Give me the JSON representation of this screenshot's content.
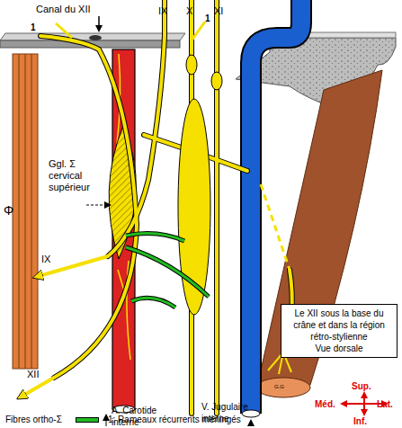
{
  "diagram": {
    "nodes": [
      {
        "text": [
          "Le XII sous la base du crâne et dans la région rétro-stylienne",
          "Vue dorsale"
        ]
      }
    ],
    "labels": [
      "Canal du XII",
      "1",
      "IX",
      "X",
      "1",
      "XI",
      "Φ",
      "Ggl. Σ cervical supérieur",
      "IX",
      "XII",
      "A. Carotide interne",
      "V. Jugulaire interne",
      "G.G",
      "Sup.",
      "Méd.",
      "Lat.",
      "Inf.",
      "1: Rameaux récurrents méningés"
    ],
    "legend": [
      {
        "text": "Fibres ortho-Σ",
        "color": "#22bb22"
      }
    ]
  }
}
